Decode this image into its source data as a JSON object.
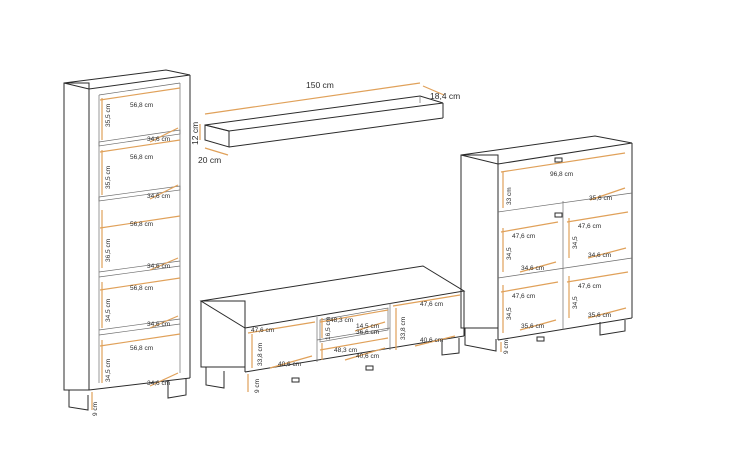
{
  "colors": {
    "outline": "#2b2b2b",
    "dimension": "#e0a15a",
    "background": "#ffffff"
  },
  "shelf": {
    "width": "150 cm",
    "depth": "18,4 cm",
    "height": "12 cm",
    "depth2": "20 cm"
  },
  "tall_cabinet": {
    "w1": "56,8 cm",
    "h1": "35,5 cm",
    "d1": "34,6 cm",
    "w2": "56,8 cm",
    "h2": "35,5 cm",
    "d2": "34,6 cm",
    "w3": "56,8 cm",
    "h3": "36,5 cm",
    "d3": "34,6 cm",
    "w4": "56,8 cm",
    "h4": "34,5 cm",
    "d4": "34,6 cm",
    "w5": "56,8 cm",
    "h5": "34,5 cm",
    "d5": "34,6 cm",
    "leg": "9 cm"
  },
  "tv_stand": {
    "left_w": "47,6 cm",
    "left_h": "33,8 cm",
    "left_d": "40,6 cm",
    "mid_top_w": "48,3 cm",
    "mid_top_h": "14,5 cm",
    "mid_side_h": "16,5 cm",
    "mid_bottom_w": "48,3 cm",
    "mid_d1": "36,6 cm",
    "mid_d2": "40,6 cm",
    "right_w": "47,6 cm",
    "right_h": "33,8 cm",
    "right_d": "40,6 cm",
    "leg": "9 cm"
  },
  "bookcase": {
    "top_w": "96,8 cm",
    "top_h": "33 cm",
    "top_d": "35,6 cm",
    "c1_w": "47,6 cm",
    "c1_h": "34,5",
    "c1_d": "34,6 cm",
    "c2_w": "47,6 cm",
    "c2_h": "34,5",
    "c2_d": "34,6 cm",
    "c3_w": "47,6 cm",
    "c3_h": "34,5",
    "c3_d": "35,6 cm",
    "c4_w": "47,6 cm",
    "c4_h": "34,5",
    "c4_d": "35,6 cm",
    "leg": "9 cm"
  }
}
